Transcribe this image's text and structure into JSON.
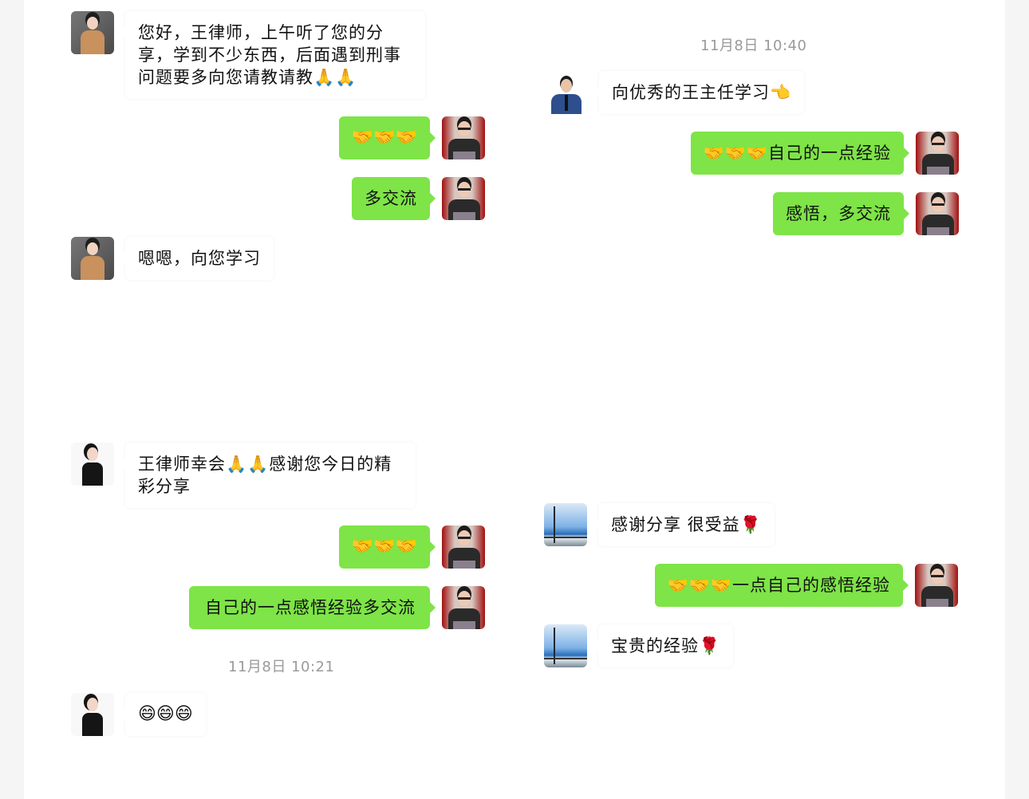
{
  "colors": {
    "page_bg": "#f5f5f5",
    "chat_bg": "#ffffff",
    "outgoing_bubble": "#7ee447",
    "incoming_bubble": "#ffffff",
    "timestamp_text": "#9a9a9a"
  },
  "left_column": {
    "messages": [
      {
        "direction": "incoming",
        "avatar": "avatar-woman-tan-blazer",
        "text": "您好，王律师，上午听了您的分享，学到不少东西，后面遇到刑事问题要多向您请教请教🙏🙏"
      },
      {
        "direction": "outgoing",
        "avatar": "avatar-man-glasses",
        "text": "🤝🤝🤝"
      },
      {
        "direction": "outgoing",
        "avatar": "avatar-man-glasses",
        "text": "多交流"
      },
      {
        "direction": "incoming",
        "avatar": "avatar-woman-tan-blazer",
        "text": "嗯嗯，向您学习"
      },
      {
        "direction": "incoming",
        "avatar": "avatar-woman-black-dress",
        "text": "王律师幸会🙏🙏感谢您今日的精彩分享"
      },
      {
        "direction": "outgoing",
        "avatar": "avatar-man-glasses",
        "text": "🤝🤝🤝"
      },
      {
        "direction": "outgoing",
        "avatar": "avatar-man-glasses",
        "text": "自己的一点感悟经验多交流"
      }
    ],
    "timestamp": "11月8日 10:21",
    "after_timestamp": [
      {
        "direction": "incoming",
        "avatar": "avatar-woman-black-dress",
        "text": "😄😄😄"
      }
    ]
  },
  "right_column": {
    "timestamp": "11月8日 10:40",
    "messages": [
      {
        "direction": "incoming",
        "avatar": "avatar-man-suit",
        "text": "向优秀的王主任学习👈"
      },
      {
        "direction": "outgoing",
        "avatar": "avatar-man-glasses",
        "text": "🤝🤝🤝自己的一点经验"
      },
      {
        "direction": "outgoing",
        "avatar": "avatar-man-glasses",
        "text": "感悟，多交流"
      },
      {
        "direction": "incoming",
        "avatar": "avatar-sea-view",
        "text": "感谢分享 很受益🌹"
      },
      {
        "direction": "outgoing",
        "avatar": "avatar-man-glasses",
        "text": "🤝🤝🤝一点自己的感悟经验"
      },
      {
        "direction": "incoming",
        "avatar": "avatar-sea-view",
        "text": "宝贵的经验🌹"
      }
    ]
  }
}
